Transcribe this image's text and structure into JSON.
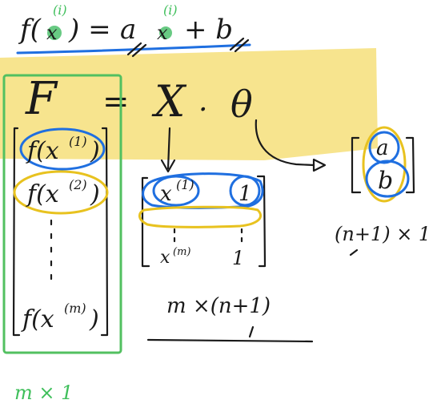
{
  "equation_top": {
    "f": "f(",
    "x": "x",
    "sup": "(i)",
    "close_eq": ") =",
    "a": "a",
    "plus_b": "+ b",
    "x2": "x",
    "sup2": "(i)"
  },
  "equation_matrix": {
    "F": "F",
    "equals": "=",
    "X": "X",
    "dot": ".",
    "theta": "θ"
  },
  "vector_F": {
    "row1": "f(x",
    "row1_sup": "(1)",
    "row2": "f(x",
    "row2_sup": "(2)",
    "rowm": "f(x",
    "rowm_sup": "(m)",
    "close": ")",
    "dims": "m × 1"
  },
  "matrix_X": {
    "r1c1": "x",
    "r1c1_sup": "(1)",
    "r1c2": "1",
    "rmc1": "x",
    "rmc1_sup": "(m)",
    "rmc2": "1",
    "dims": "m ×(n+1)"
  },
  "vector_theta": {
    "a": "a",
    "b": "b",
    "dims": "(n+1) × 1"
  },
  "colors": {
    "highlight": "#f6df7a",
    "blue": "#1f6fe0",
    "yellow": "#e8c21f",
    "green": "#52c060"
  }
}
